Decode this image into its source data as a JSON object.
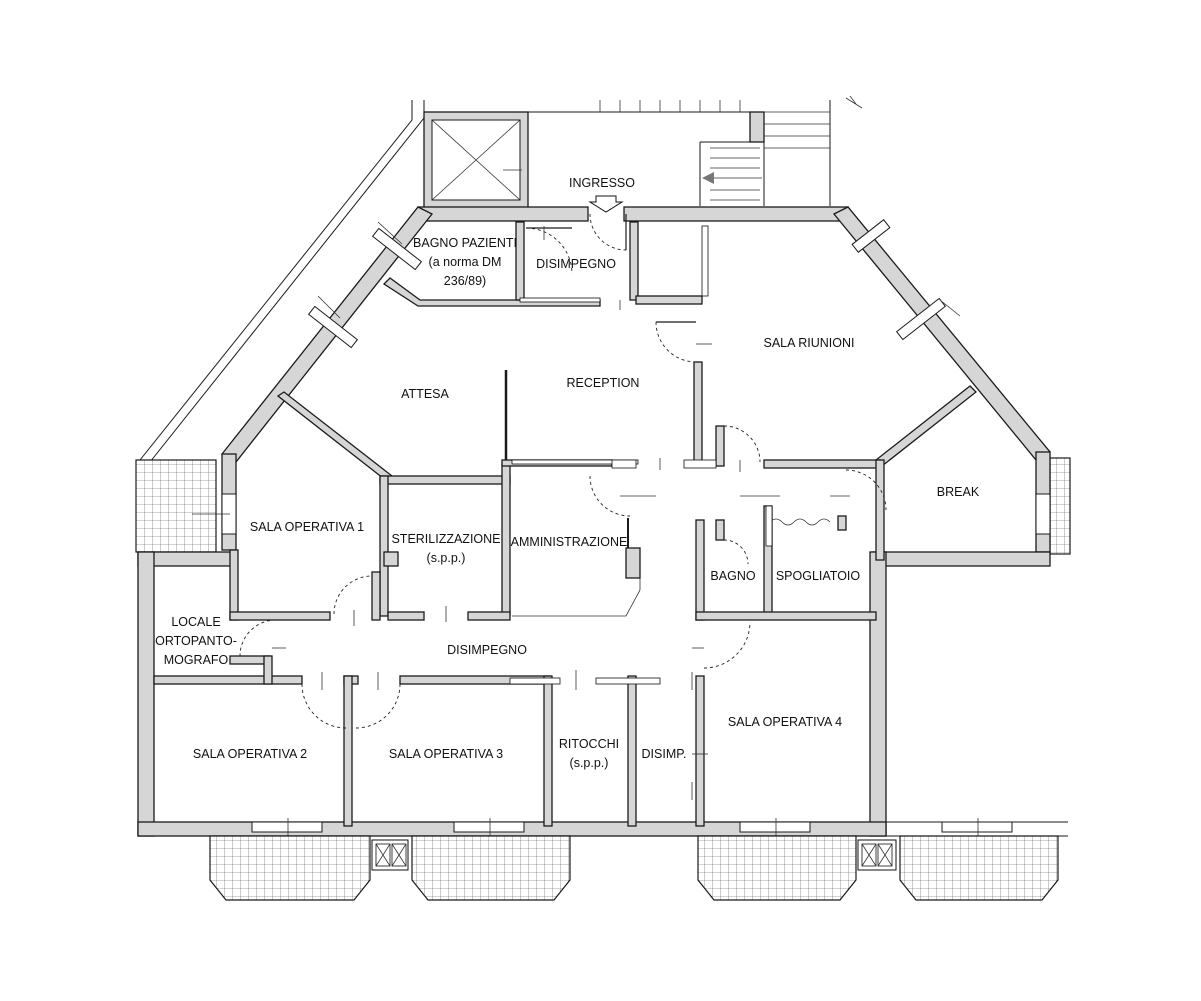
{
  "rooms": {
    "ingresso": "INGRESSO",
    "bagno_pazienti_1": "BAGNO PAZIENTI",
    "bagno_pazienti_2": "(a norma DM",
    "bagno_pazienti_3": "236/89)",
    "disimpegno_top": "DISIMPEGNO",
    "sala_riunioni": "SALA RIUNIONI",
    "attesa": "ATTESA",
    "reception": "RECEPTION",
    "break": "BREAK",
    "sala_operativa_1": "SALA OPERATIVA 1",
    "sterilizzazione_1": "STERILIZZAZIONE",
    "sterilizzazione_2": "(s.p.p.)",
    "amministrazione": "AMMINISTRAZIONE",
    "bagno": "BAGNO",
    "spogliatoio": "SPOGLIATOIO",
    "locale_1": "LOCALE",
    "locale_2": "ORTOPANTO-",
    "locale_3": "MOGRAFO",
    "disimpegno_main": "DISIMPEGNO",
    "sala_operativa_4": "SALA OPERATIVA 4",
    "sala_operativa_2": "SALA OPERATIVA 2",
    "sala_operativa_3": "SALA OPERATIVA 3",
    "ritocchi_1": "RITOCCHI",
    "ritocchi_2": "(s.p.p.)",
    "disimp": "DISIMP."
  }
}
